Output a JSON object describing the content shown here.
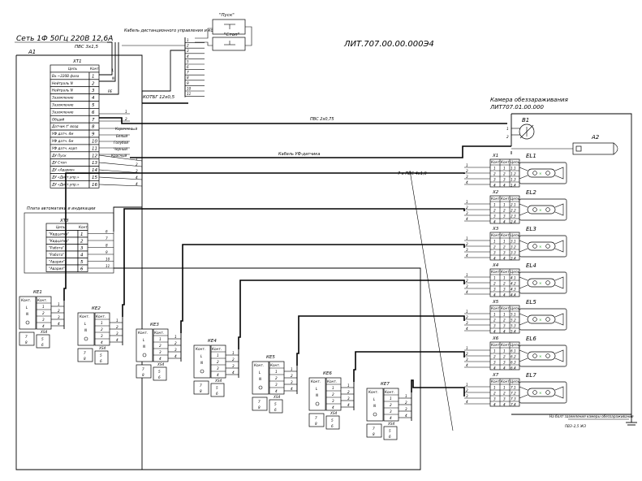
{
  "title_left": "Сеть 1Ф 50Гц 220В 12,6А",
  "cable_top": "ПВС 3х1,5",
  "cable_control": "Кабель дистанционного управления и контроля",
  "doc_number": "ЛИТ.707.00.00.000Э4",
  "a1_label": "А1",
  "xt1": {
    "name": "ХТ1",
    "header_chain": "Цепь",
    "header_num": "Конт.",
    "rows": [
      {
        "label": "Вх.~220В фаза",
        "num": "1"
      },
      {
        "label": "Нейтраль N",
        "num": "2"
      },
      {
        "label": "Нейтраль N",
        "num": "3"
      },
      {
        "label": "Заземление",
        "num": "4"
      },
      {
        "label": "Заземление",
        "num": "5"
      },
      {
        "label": "Заземление",
        "num": "6"
      },
      {
        "label": "Общий",
        "num": "7"
      },
      {
        "label": "Датчик t° возд",
        "num": "8"
      },
      {
        "label": "УФ датч. 4м",
        "num": "9"
      },
      {
        "label": "УФ датч. 6м",
        "num": "10"
      },
      {
        "label": "УФ датч. корп",
        "num": "11"
      },
      {
        "label": "ДУ Пуск",
        "num": "12"
      },
      {
        "label": "ДУ Стоп",
        "num": "13"
      },
      {
        "label": "ДУ «Авария»",
        "num": "14"
      },
      {
        "label": "ДУ «Дист.упр.»",
        "num": "15"
      },
      {
        "label": "ДУ «Дист.упр.»",
        "num": "16"
      }
    ]
  },
  "xt1_marks": {
    "l": "L",
    "n": "N",
    "pe": "PE",
    "kotbg": "КОТБГ 12х0,5"
  },
  "wire_colors": [
    "Коричневый",
    "Белый",
    "Голубой",
    "Черный",
    "Красный"
  ],
  "cable_pvs": "ПВС 2х0,75",
  "cable_uv": "Кабель УФ-датчика",
  "pvs_7x4": "7 х ПВС 4х1,0",
  "remote": {
    "pusk": "\"Пуск\"",
    "stop": "\"Стоп\"",
    "nums": [
      "1",
      "2",
      "3",
      "4",
      "5",
      "6",
      "7",
      "8",
      "9",
      "10",
      "11"
    ]
  },
  "plate_title": "Плата автоматики и индикации",
  "xt3": {
    "name": "ХТ3",
    "header_chain": "Цепь",
    "header_num": "Конт.",
    "rows": [
      {
        "label": "\"Квдцатка\"",
        "num": "1",
        "wire": "6"
      },
      {
        "label": "\"Квдцатка\"",
        "num": "2",
        "wire": "7"
      },
      {
        "label": "\"Работа\"",
        "num": "3",
        "wire": "8"
      },
      {
        "label": "\"Работа\"",
        "num": "4",
        "wire": "9"
      },
      {
        "label": "\"Авария\"",
        "num": "5",
        "wire": "10"
      },
      {
        "label": "\"Авария\"",
        "num": "6",
        "wire": "11"
      }
    ]
  },
  "ke_blocks": [
    {
      "name": "КЕ1"
    },
    {
      "name": "КЕ2"
    },
    {
      "name": "КЕ3"
    },
    {
      "name": "КЕ4"
    },
    {
      "name": "КЕ5"
    },
    {
      "name": "КЕ6"
    },
    {
      "name": "КЕ7"
    }
  ],
  "ke_text": {
    "kont": "Конт.",
    "l": "L",
    "n": "N",
    "xs4": "XS4",
    "nums14": [
      "1",
      "2",
      "3",
      "4"
    ],
    "nums78": [
      "7",
      "8"
    ],
    "nums56": [
      "5",
      "6"
    ],
    "side": [
      "1",
      "2",
      "3",
      "4"
    ]
  },
  "camera": {
    "title": "Камера обеззараживания",
    "doc": "ЛИТ707.01.00.000",
    "b1": "В1",
    "a2": "А2",
    "b1_pins": [
      "1",
      "2"
    ],
    "groups": [
      {
        "x": "Х1",
        "el": "EL1",
        "c": [
          "1.1",
          "1.2",
          "1.3",
          "1.4"
        ]
      },
      {
        "x": "Х2",
        "el": "EL2",
        "c": [
          "2.1",
          "2.2",
          "2.3",
          "2.4"
        ]
      },
      {
        "x": "Х3",
        "el": "EL3",
        "c": [
          "3.1",
          "3.2",
          "3.3",
          "3.4"
        ]
      },
      {
        "x": "Х4",
        "el": "EL4",
        "c": [
          "4.1",
          "4.2",
          "4.3",
          "4.4"
        ]
      },
      {
        "x": "Х5",
        "el": "EL5",
        "c": [
          "5.1",
          "5.2",
          "5.3",
          "5.4"
        ]
      },
      {
        "x": "Х6",
        "el": "EL6",
        "c": [
          "6.1",
          "6.2",
          "6.3",
          "6.4"
        ]
      },
      {
        "x": "Х7",
        "el": "EL7",
        "c": [
          "7.1",
          "7.2",
          "7.3",
          "7.4"
        ]
      }
    ],
    "conn_headers": [
      "Конт.",
      "Конт.",
      "Цепь"
    ],
    "pins": [
      "1",
      "2",
      "3",
      "4"
    ]
  },
  "ground_note": "На болт заземления камеры обеззараживания",
  "ground_cable": "ПВЗ–2,5 ЖЗ",
  "colors": {
    "line": "#000000",
    "background": "#ffffff",
    "lamp_accent": "#1aa01a"
  }
}
